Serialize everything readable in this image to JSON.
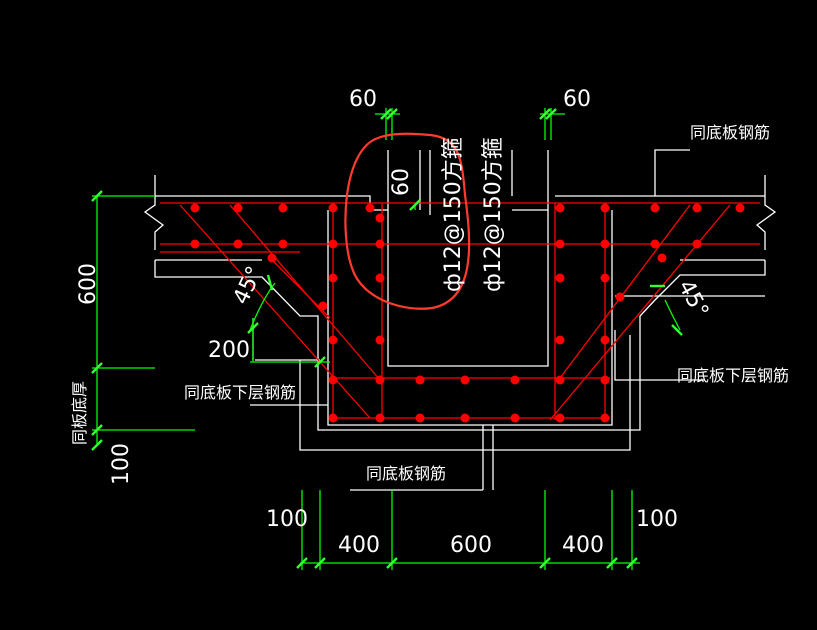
{
  "colors": {
    "background": "#000000",
    "outline": "#ffffff",
    "rebar": "#ff0000",
    "dimension": "#00ff00",
    "highlight": "#ff3b30",
    "slash": "#33ff33"
  },
  "dimensions": {
    "top_left": "60",
    "top_right": "60",
    "inner_60": "60",
    "left_600": "600",
    "left_100": "100",
    "dim_200": "200",
    "bottom_100_left": "100",
    "bottom_400_left": "400",
    "bottom_600": "600",
    "bottom_400_right": "400",
    "bottom_100_right": "100"
  },
  "angles": {
    "left": "45°",
    "right": "45°"
  },
  "annotations": {
    "stirrup_left": "ф12@150方箍",
    "stirrup_right": "ф12@150方箍",
    "top_right_rebar": "同底板钢筋",
    "left_lower_rebar": "同底板下层钢筋",
    "right_lower_rebar": "同底板下层钢筋",
    "bottom_rebar": "同底板钢筋",
    "left_thickness": "同板底厚"
  }
}
